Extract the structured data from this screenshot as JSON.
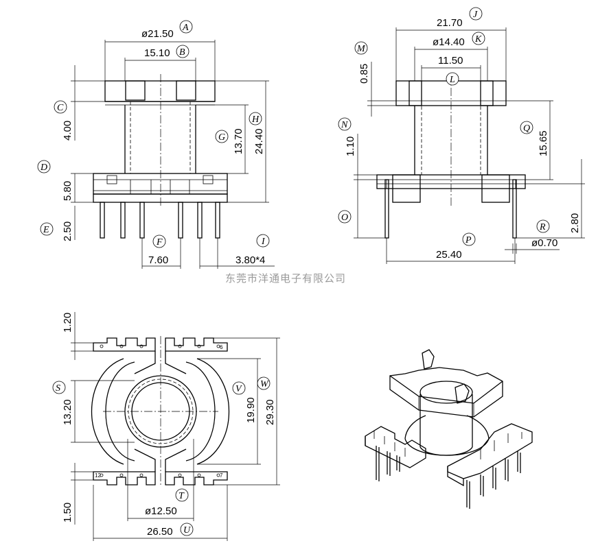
{
  "watermark": "东莞市洋通电子有限公司",
  "dimensions": {
    "A": "ø21.50",
    "B": "15.10",
    "C": "4.00",
    "D": "5.80",
    "E": "2.50",
    "F": "7.60",
    "G": "13.70",
    "H": "24.40",
    "I": "3.80*4",
    "J": "21.70",
    "K": "ø14.40",
    "L": "11.50",
    "M": "0.85",
    "N": "1.10",
    "O": "",
    "P": "25.40",
    "Q": "15.65",
    "R": "ø0.70",
    "R2": "2.80",
    "S": "13.20",
    "T": "ø12.50",
    "U": "26.50",
    "V": "19.90",
    "W": "29.30",
    "bottom_top": "1.20",
    "bottom_low": "1.50"
  },
  "labels": [
    "A",
    "B",
    "C",
    "D",
    "E",
    "F",
    "G",
    "H",
    "I",
    "J",
    "K",
    "L",
    "M",
    "N",
    "O",
    "P",
    "Q",
    "R",
    "S",
    "T",
    "U",
    "V",
    "W"
  ],
  "pin_numbers": {
    "p6": "6",
    "p7": "7",
    "p12": "12"
  }
}
